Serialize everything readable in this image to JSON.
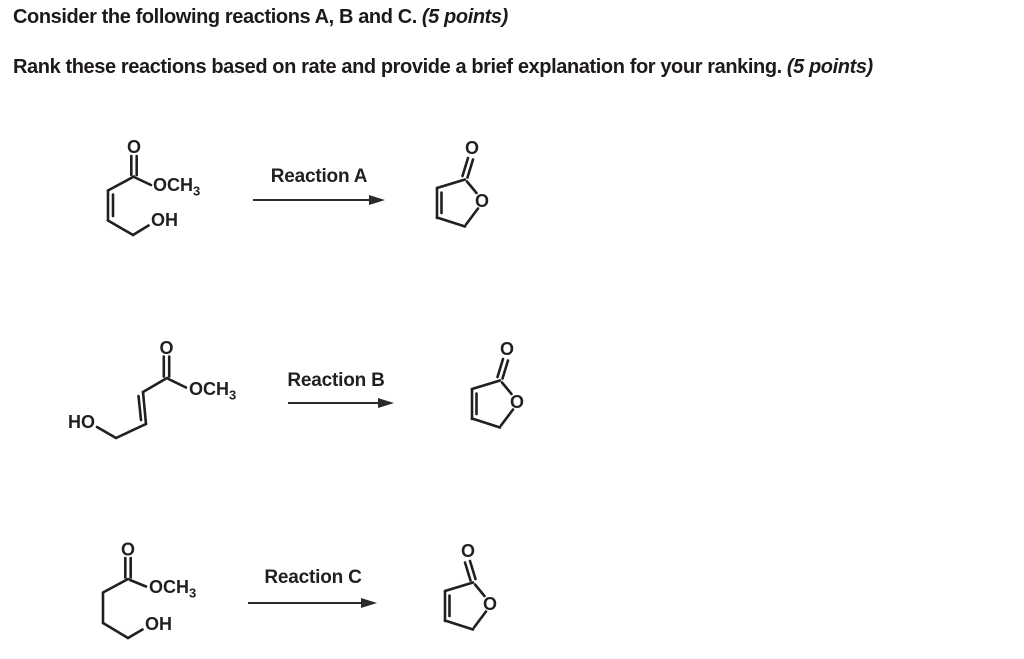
{
  "question": {
    "line1_text": "Consider the following reactions A, B and C.",
    "line1_points": "(5 points)",
    "line2_text": "Rank these reactions based on rate and provide a brief explanation for your ranking.",
    "line2_points": "(5 points)"
  },
  "reactions": {
    "a": {
      "label": "Reaction A",
      "reactant": {
        "carbonyl_o": "O",
        "ester_prefix": "OCH",
        "ester_sub": "3",
        "hydroxyl": "OH"
      },
      "product": {
        "carbonyl_o": "O",
        "ring_o": "O"
      }
    },
    "b": {
      "label": "Reaction B",
      "reactant": {
        "carbonyl_o": "O",
        "ester_prefix": "OCH",
        "ester_sub": "3",
        "hydroxyl": "HO"
      },
      "product": {
        "carbonyl_o": "O",
        "ring_o": "O"
      }
    },
    "c": {
      "label": "Reaction C",
      "reactant": {
        "carbonyl_o": "O",
        "ester_prefix": "OCH",
        "ester_sub": "3",
        "hydroxyl": "OH"
      },
      "product": {
        "carbonyl_o": "O",
        "ring_o": "O"
      }
    }
  },
  "colors": {
    "ink": "#231f20",
    "background": "#ffffff"
  }
}
